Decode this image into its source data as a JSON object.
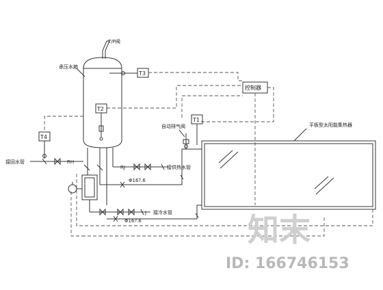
{
  "labels": {
    "tp_valve": "T/P阀",
    "tank": "承压水箱",
    "t3": "T3",
    "t2": "T2",
    "t1": "T1",
    "t4": "T4",
    "controller": "控制器",
    "auto_vent": "自动排气阀",
    "collector": "平板型太阳能集热器",
    "return_pipe": "接回水管",
    "rh": "RH",
    "rj": "RJ",
    "hot_supply": "接供热水管",
    "j": "J",
    "cold_supply": "接冷水管",
    "pipe_size_1": "Φ16?.6",
    "pipe_size_2": "Φ16?.6"
  },
  "watermark": {
    "logo_text": "知末",
    "id_text": "ID: 166746153"
  }
}
